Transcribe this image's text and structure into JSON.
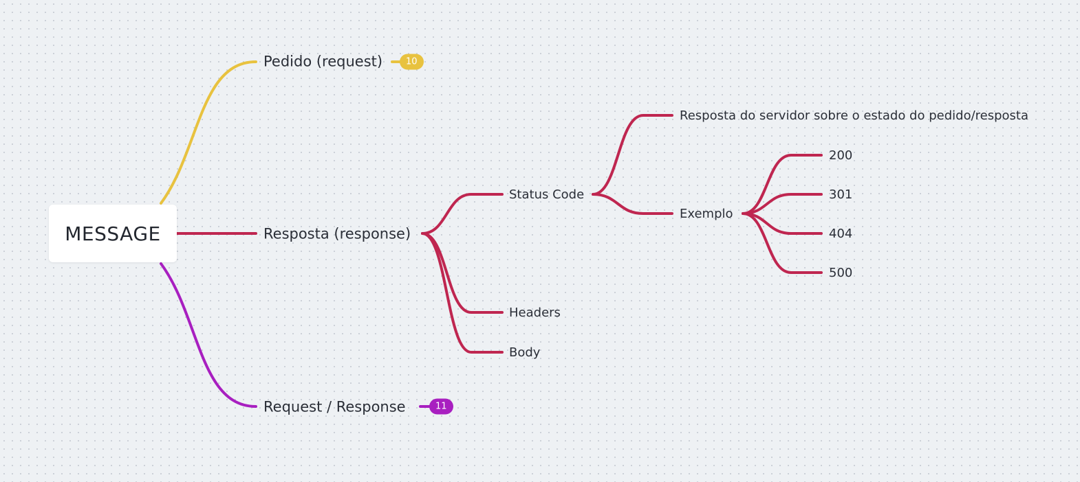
{
  "colors": {
    "request": "#e8c23f",
    "response": "#bf2650",
    "reqres": "#a81fc0",
    "text": "#2a2e37"
  },
  "root": {
    "label": "MESSAGE"
  },
  "branches": {
    "request": {
      "label": "Pedido (request)",
      "badge": "10"
    },
    "response": {
      "label": "Resposta (response)",
      "status_code": {
        "label": "Status Code",
        "description": "Resposta do servidor sobre o estado do pedido/resposta",
        "exemplo": {
          "label": "Exemplo",
          "codes": [
            "200",
            "301",
            "404",
            "500"
          ]
        }
      },
      "headers": "Headers",
      "body": "Body"
    },
    "reqres": {
      "label": "Request / Response",
      "badge": "11"
    }
  }
}
